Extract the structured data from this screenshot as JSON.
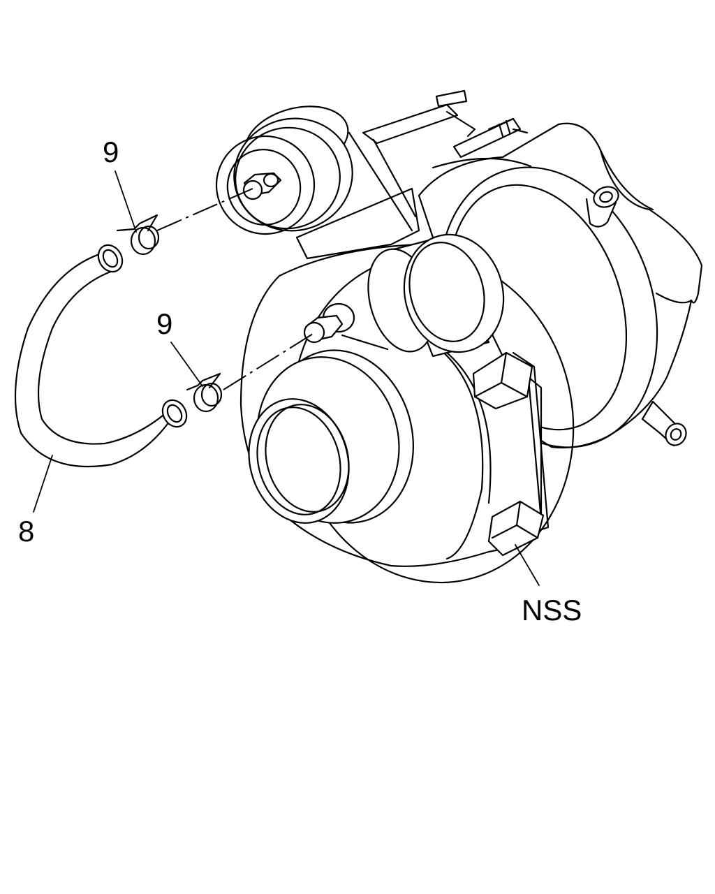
{
  "callouts": {
    "hose": "8",
    "clamp_upper": "9",
    "clamp_lower": "9",
    "nss": "NSS"
  },
  "parts": [
    "hose-icon",
    "clamp-icon",
    "turbocharger-icon",
    "actuator-icon",
    "fitting-icon"
  ],
  "colors": {
    "line": "#000000",
    "background": "#ffffff"
  }
}
